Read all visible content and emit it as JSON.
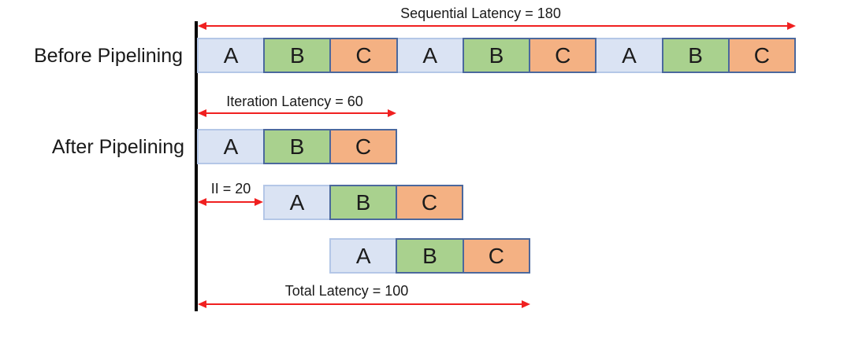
{
  "diagram": {
    "type": "pipelining-timing-diagram",
    "row_labels": {
      "before": "Before Pipelining",
      "after": "After Pipelining"
    },
    "stages": [
      "A",
      "B",
      "C"
    ],
    "annotations": {
      "sequential": {
        "label": "Sequential Latency = 180",
        "value": 180
      },
      "iteration": {
        "label": "Iteration Latency = 60",
        "value": 60
      },
      "initiation_interval": {
        "label": "II = 20",
        "value": 20
      },
      "total": {
        "label": "Total Latency = 100",
        "value": 100
      }
    },
    "rows": [
      {
        "name": "before-pipelining-row",
        "stages": [
          "A",
          "B",
          "C",
          "A",
          "B",
          "C",
          "A",
          "B",
          "C"
        ]
      },
      {
        "name": "after-pipelining-iteration-1",
        "stages": [
          "A",
          "B",
          "C"
        ]
      },
      {
        "name": "after-pipelining-iteration-2",
        "stages": [
          "A",
          "B",
          "C"
        ]
      },
      {
        "name": "after-pipelining-iteration-3",
        "stages": [
          "A",
          "B",
          "C"
        ]
      }
    ],
    "colors": {
      "stage_a_fill": "#dae3f3",
      "stage_a_border": "#b4c7e7",
      "stage_b_fill": "#a9d18e",
      "stage_b_border": "#4b689d",
      "stage_c_fill": "#f4b183",
      "stage_c_border": "#4b689d",
      "arrow_red": "#f02020",
      "timeline_black": "#000000",
      "text": "#1a1a1a"
    }
  }
}
